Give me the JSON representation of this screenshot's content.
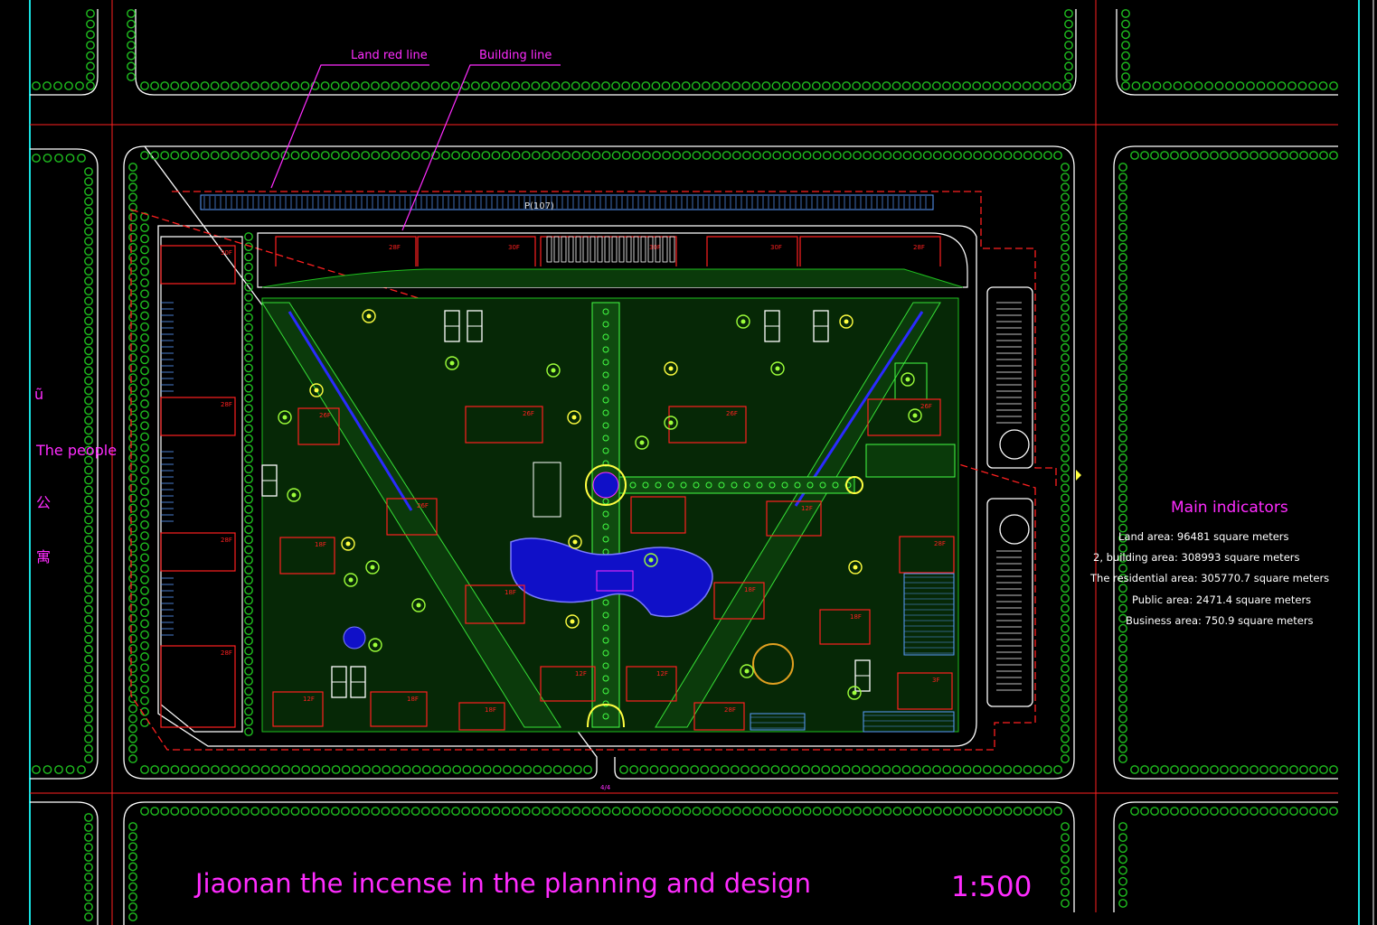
{
  "drawing": {
    "title": "Jiaonan the incense in the planning and design",
    "scale": "1:500",
    "leader_land_red_line": "Land red line",
    "leader_building_line": "Building line",
    "parking_code": "P(107)",
    "road_marker": "4/4"
  },
  "left_labels": {
    "char_top": "ũ",
    "the_people": "The people",
    "char_gong": "公",
    "char_yu": "寓"
  },
  "indicators": {
    "heading": "Main indicators",
    "rows": [
      "Land area:  96481 square meters",
      "2, building area:  308993 square meters",
      "The residential area:  305770.7 square meters",
      "Public area:  2471.4 square meters",
      "Business area:  750.9 square meters"
    ]
  },
  "floor_labels": {
    "north_row": [
      "28F",
      "30F",
      "30F",
      "30F",
      "28F"
    ],
    "west_column": [
      "30F",
      "28F",
      "28F",
      "28F"
    ],
    "interior": [
      "26F",
      "26F",
      "26F",
      "26F",
      "26F",
      "18F",
      "18F",
      "18F",
      "12F",
      "12F",
      "12F",
      "12F",
      "18F",
      "18F",
      "28F",
      "28F",
      "18F",
      "3F"
    ]
  },
  "colors": {
    "background": "#000000",
    "road_line": "#ffffff",
    "red_line": "#ff2020",
    "tree_green": "#1fbf1f",
    "magenta_text": "#ff2cff",
    "cyan_line": "#18e0e0",
    "water_blue": "#1010c8",
    "yellow": "#ffff40"
  }
}
